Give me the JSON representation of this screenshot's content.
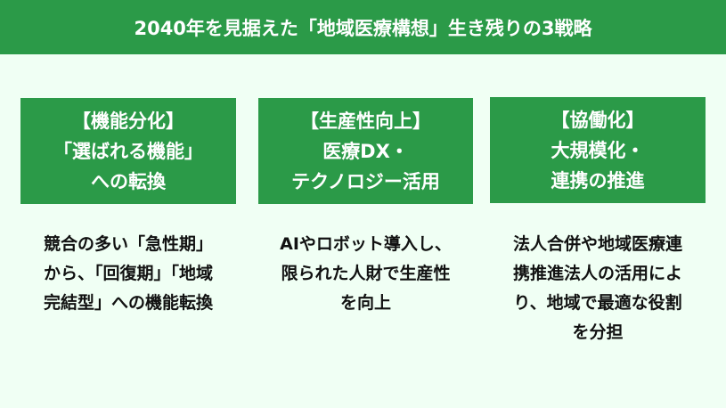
{
  "header": {
    "title": "2040年を見据えた「地域医療構想」生き残りの3戦略"
  },
  "colors": {
    "accent_green": "#2B9A48",
    "background": "#F0FFF4",
    "header_text": "#FFFFFF",
    "body_text": "#111111"
  },
  "strategies": [
    {
      "box_lines": [
        "【機能分化】",
        "「選ばれる機能」",
        "への転換"
      ],
      "description_lines": [
        "競合の多い「急性期」",
        "から、「回復期」「地域",
        "完結型」への機能転換"
      ]
    },
    {
      "box_lines": [
        "【生産性向上】",
        "医療DX・",
        "テクノロジー活用"
      ],
      "description_lines": [
        "AIやロボット導入し、",
        "限られた人財で生産性",
        "を向上"
      ]
    },
    {
      "box_lines": [
        "【協働化】",
        "大規模化・",
        "連携の推進"
      ],
      "description_lines": [
        "法人合併や地域医療連",
        "携推進法人の活用によ",
        "り、地域で最適な役割",
        "を分担"
      ]
    }
  ]
}
